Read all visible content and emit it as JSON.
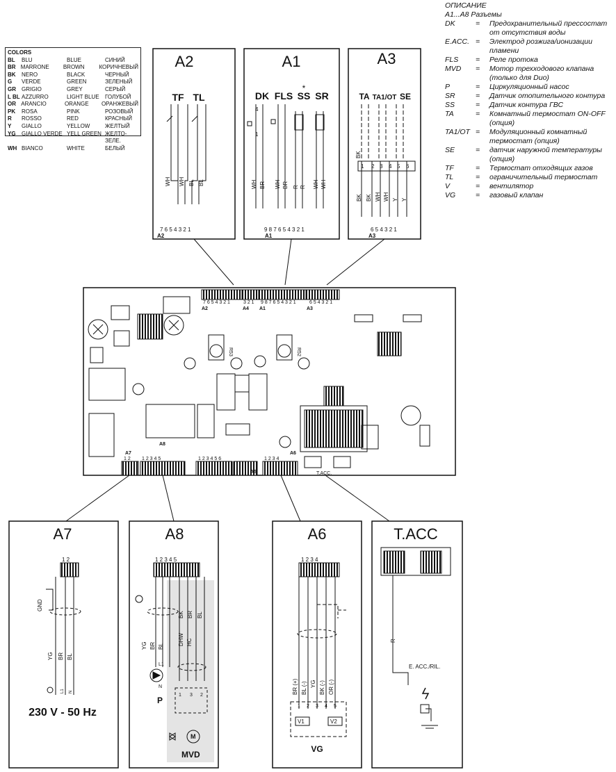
{
  "legend": {
    "title": "ОПИСАНИЕ",
    "subtitle": "А1...А8 Разъемы",
    "items": [
      {
        "key": "DK",
        "eq": "=",
        "text": "Предохранительный прессостат от отсутствия воды"
      },
      {
        "key": "E.ACC.",
        "eq": "=",
        "text": "Электрод розжига/ионизации пламени"
      },
      {
        "key": "FLS",
        "eq": "=",
        "text": "Реле протока"
      },
      {
        "key": "MVD",
        "eq": "=",
        "text": "Мотор трехходового клапана (только для Duo)"
      },
      {
        "key": "P",
        "eq": "=",
        "text": "Циркуляционный насос"
      },
      {
        "key": "SR",
        "eq": "=",
        "text": "Датчик отопительного контура"
      },
      {
        "key": "SS",
        "eq": "=",
        "text": "Датчик контура ГВС"
      },
      {
        "key": "TA",
        "eq": "=",
        "text": "Комнатный термостат ON-OFF (опция)"
      },
      {
        "key": "TA1/OT",
        "eq": "=",
        "text": "Модуляционный комнатный термостат (опция)"
      },
      {
        "key": "SE",
        "eq": "=",
        "text": "датчик наружной температуры (опция)"
      },
      {
        "key": "TF",
        "eq": "=",
        "text": "Термостат отходящих газов"
      },
      {
        "key": "TL",
        "eq": "=",
        "text": "ограничительный термостат"
      },
      {
        "key": "V",
        "eq": "=",
        "text": "вентилятор"
      },
      {
        "key": "VG",
        "eq": "=",
        "text": "газовый клапан"
      }
    ]
  },
  "colors_table": {
    "title": "COLORS",
    "rows": [
      [
        "BL",
        "BLU",
        "BLUE",
        "СИНИЙ"
      ],
      [
        "BR",
        "MARRONE",
        "BROWN",
        "КОРИЧНЕВЫЙ"
      ],
      [
        "BK",
        "NERO",
        "BLACK",
        "ЧЕРНЫЙ"
      ],
      [
        "G",
        "VERDE",
        "GREEN",
        "ЗЕЛЕНЫЙ"
      ],
      [
        "GR",
        "GRIGIO",
        "GREY",
        "СЕРЫЙ"
      ],
      [
        "L BL",
        "AZZURRO",
        "LIGHT BLUE",
        "ГОЛУБОЙ"
      ],
      [
        "OR",
        "ARANCIO",
        "ORANGE",
        "ОРАНЖЕВЫЙ"
      ],
      [
        "PK",
        "ROSA",
        "PINK",
        "РОЗОВЫЙ"
      ],
      [
        "R",
        "ROSSO",
        "RED",
        "КРАСНЫЙ"
      ],
      [
        "Y",
        "GIALLO",
        "YELLOW",
        "ЖЕЛТЫЙ"
      ],
      [
        "YG",
        "GIALLO VERDE",
        "YELL GREEN",
        "ЖЕЛТО-ЗЕЛЕ."
      ],
      [
        "WH",
        "BIANCO",
        "WHITE",
        "БЕЛЫЙ"
      ]
    ]
  },
  "boxes": {
    "a2": {
      "title": "A2",
      "components": [
        "TF",
        "TL"
      ],
      "wires": [
        "WH",
        "WH",
        "BL",
        "BL"
      ],
      "pins": "7 6 5 4 3 2 1",
      "label": "A2"
    },
    "a1": {
      "title": "A1",
      "components": [
        "DK",
        "FLS",
        "SS",
        "SR"
      ],
      "star": "*",
      "wires": [
        "WH",
        "BR",
        "WH",
        "BR",
        "R",
        "R",
        "WH",
        "WH"
      ],
      "pins": "9 8 7 6 5 4 3 2 1",
      "label": "A1",
      "dk_pin_top": "4",
      "dk_pin_bottom": "1"
    },
    "a3": {
      "title": "A3",
      "components": [
        "TA",
        "TA1/OT",
        "SE"
      ],
      "terminal_nums": [
        "1",
        "2",
        "3",
        "4",
        "5",
        "6"
      ],
      "wires_top": [
        "BK"
      ],
      "wires": [
        "BK",
        "BK",
        "WH",
        "WH",
        "Y",
        "Y"
      ],
      "pins": "6 5 4 3 2 1",
      "label": "A3"
    },
    "a7": {
      "title": "A7",
      "pins": "1 2",
      "gnd": "GND",
      "wires": [
        "YG",
        "BR",
        "BL"
      ],
      "terms": [
        "L1",
        "N"
      ],
      "voltage": "230 V - 50 Hz"
    },
    "a8": {
      "title": "A8",
      "pins": "1 2 3 4 5",
      "wires": [
        "YG",
        "BR",
        "BL",
        "DHW",
        "HC",
        "BK",
        "BR",
        "BL"
      ],
      "pump_terms": [
        "L1",
        "N"
      ],
      "pump": "P",
      "motor": "M",
      "mvd": "MVD",
      "mvd_terms": [
        "1",
        "3",
        "2"
      ]
    },
    "a6": {
      "title": "A6",
      "pins": "1 2 3 4",
      "wires": [
        "BR (+)",
        "BL (-)",
        "YG",
        "BK (-)",
        "OR (-)"
      ],
      "terms": [
        "1",
        "2",
        "3",
        "4",
        "5"
      ],
      "valves": [
        "V1",
        "V2"
      ],
      "vg": "VG"
    },
    "tacc": {
      "title": "T.ACC",
      "wire": "R",
      "electrode": "E. ACC./RIL."
    }
  },
  "board": {
    "connectors": {
      "a2": "A2",
      "a4": "A4",
      "a1": "A1",
      "a3": "A3",
      "a7": "A7",
      "a8": "A8",
      "a5": "A5",
      "a6": "A6",
      "tacc": "T.ACC."
    },
    "pins_a2": "7 6 5 4 3 2 1",
    "pins_a4": "3 2 1",
    "pins_a1": "9 8 7 6 5 4 3 2 1",
    "pins_a3": "6 5 4 3 2 1",
    "pins_a7": "1 2",
    "pins_a8": "1 2 3 4 5",
    "pins_a5": "1 2 3 4 5 6",
    "pins_a6": "1 2 3 4",
    "pot_labels": [
      "R53",
      "R52"
    ]
  }
}
